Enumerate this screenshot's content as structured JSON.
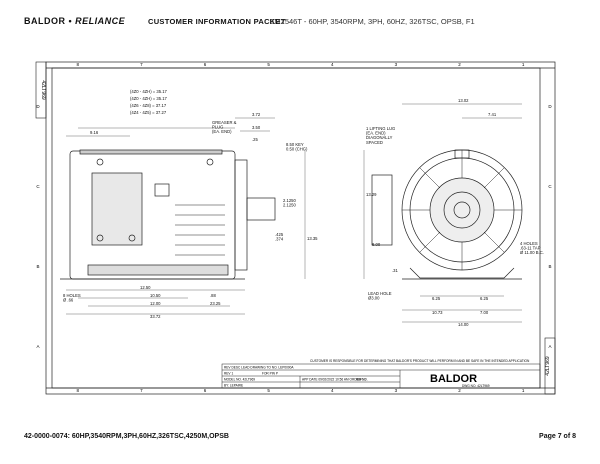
{
  "header": {
    "brand_left": "BALDOR",
    "brand_sep": " • ",
    "brand_right": "RELIANCE",
    "packet_title": "CUSTOMER INFORMATION PACKET",
    "model_line": "CEM2546T - 60HP, 3540RPM, 3PH, 60HZ, 326TSC, OPSB, F1"
  },
  "drawing": {
    "col_labels": [
      "8",
      "7",
      "6",
      "5",
      "4",
      "3",
      "2",
      "1"
    ],
    "row_labels": [
      "D",
      "C",
      "B",
      "A"
    ],
    "side_tag": "42LT969",
    "dims_left": {
      "stack": [
        "(4Z0 - 4ZH) = 35.17",
        "(4Z0 - 4ZH) = 35.17",
        "(4Z6 - 4Z8) = 37.17",
        "(4Z4 - 4Z5) = 37.27"
      ],
      "d1": "9.16",
      "grease_note": "GREASER &\nPLUG\n(EA. END)",
      "d_372": "3.72",
      "d_350": "3.50",
      "d_025": ".25",
      "key": "8.50 KEY\n0.50 (CHG)",
      "shaft_a": "2.1250\n2.1250",
      "shaft_b": ".425\n.374",
      "height": "13.35",
      "holes": "8 HOLES\nØ .66",
      "d_1250": "12.50",
      "d_1050": "10.50",
      "d_1200": "12.00",
      "d_2325": "23.25",
      "d_88": ".88",
      "d_3372": "33.72"
    },
    "dims_right": {
      "d_1302": "13.02",
      "d_741": "7.41",
      "lift": "1 LIFTING LUG\n(EA. END)\nDIAGONALLY\nSPACED",
      "height": "13.29",
      "d_800": "8.00",
      "d_31": ".31",
      "lead": "LEAD HOLE\nØ3.00",
      "d_625a": "6.25",
      "d_625b": "6.25",
      "d_1073": "10.73",
      "d_700": "7.00",
      "d_1400": "14.00",
      "holes": "4 HOLES\n.63-11 TAP\nØ 11.00 B.C."
    },
    "title_block": {
      "note": "CUSTOMER IS RESPONSIBLE FOR DETERMINING THAT BALDOR'S PRODUCT WILL PERFORM IN AND BE SAFE IN THE INTENDED APPLICATION",
      "row1": "REV  DESC   LEAD DRAWING TO NO. LEP0000A",
      "row2a": "REV 1",
      "row2b": "FOR PIN  P",
      "row3a": "MODEL NO.  42LT969",
      "row3b": "APP DATE  09/02/2022  10:56 AM   ORDER NO.",
      "row4": "BY: LEPAIRE",
      "logo": "BALDOR",
      "dwg_no": "DWG NO. 42LT969",
      "sheet": "REF: 1"
    }
  },
  "footer": {
    "left": "42-0000-0074: 60HP,3540RPM,3PH,60HZ,326TSC,4250M,OPSB",
    "right": "Page 7 of 8"
  }
}
